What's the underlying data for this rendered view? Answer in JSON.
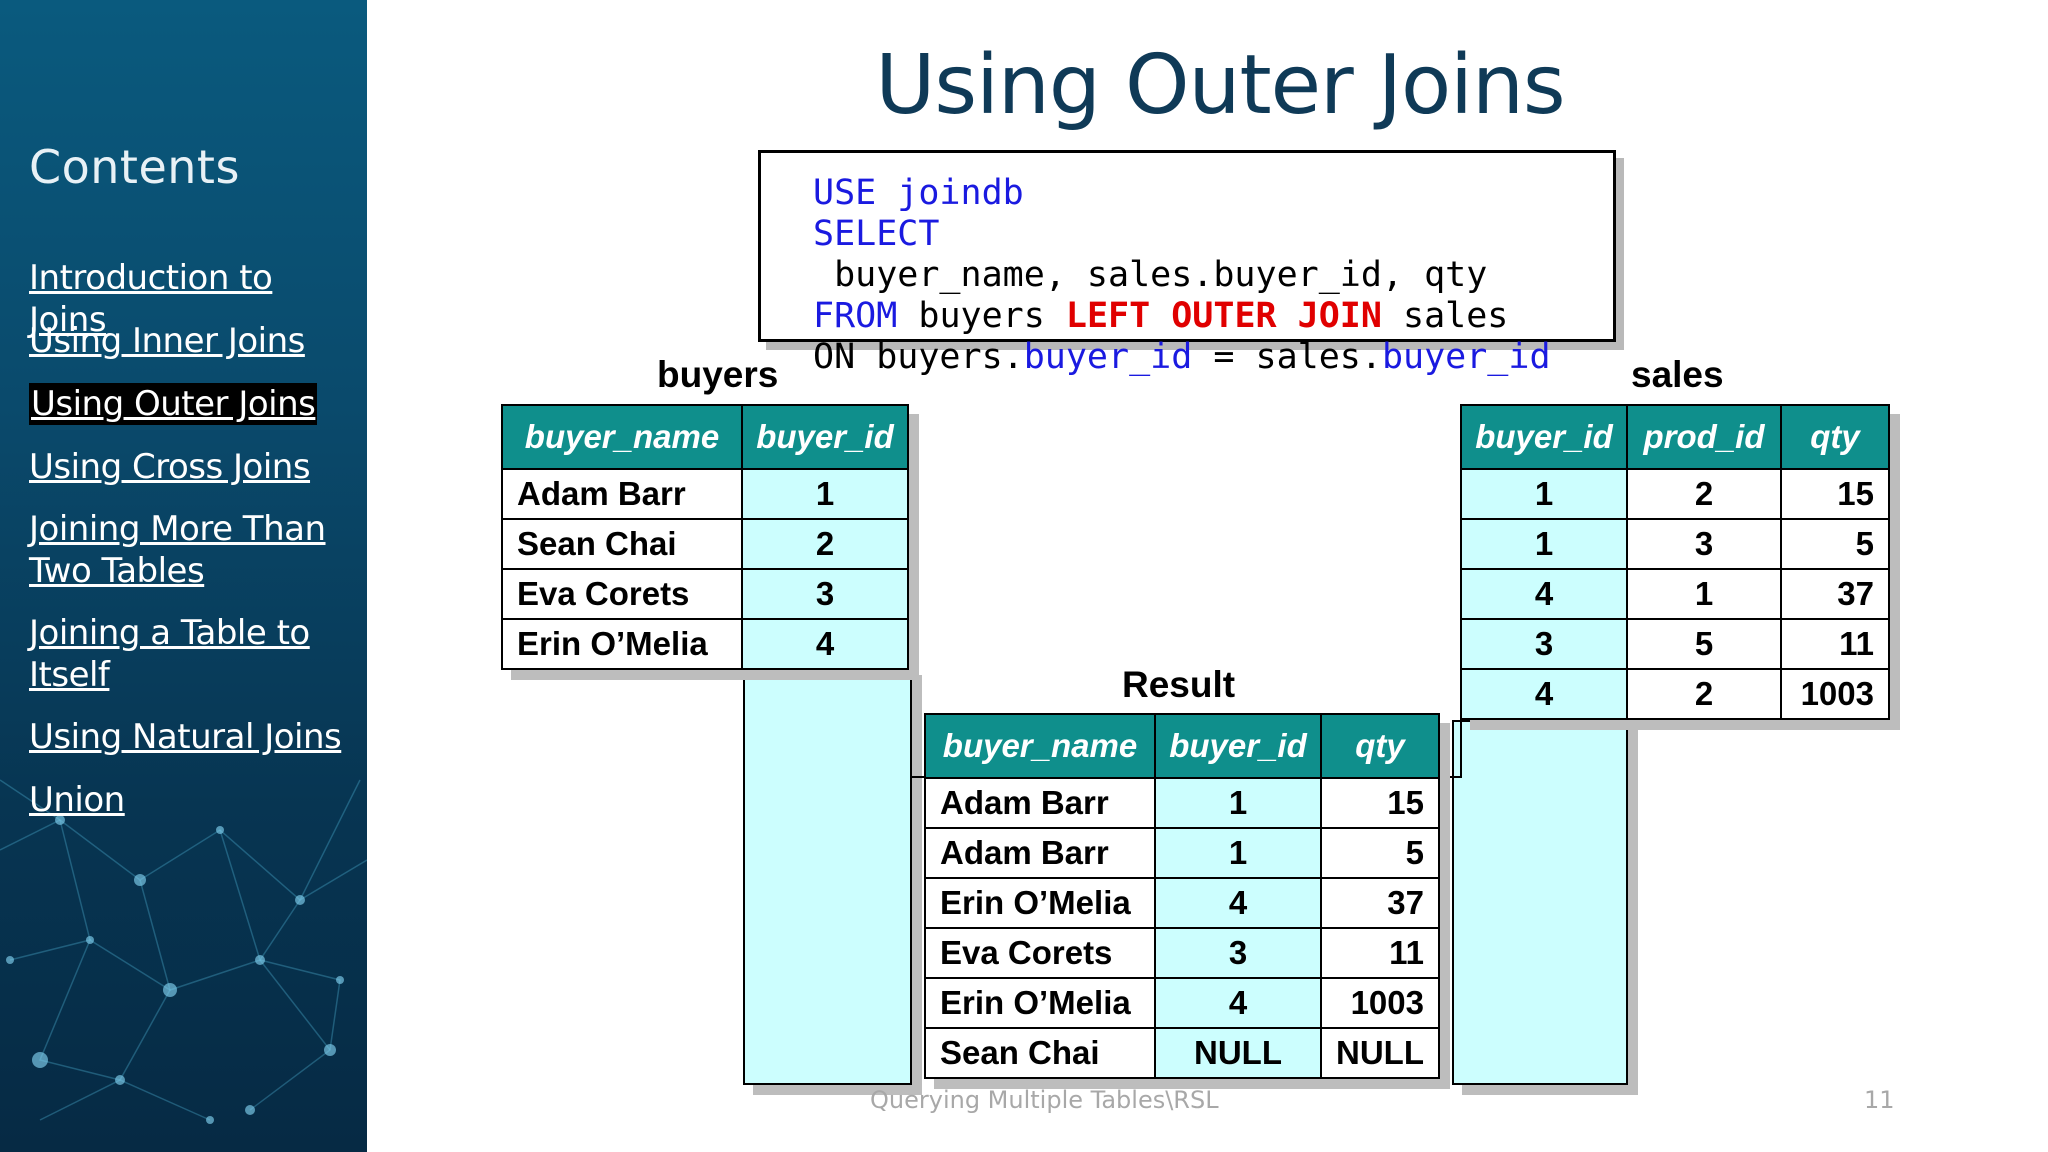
{
  "sidebar": {
    "title": "Contents",
    "items": [
      {
        "label": "Introduction to Joins"
      },
      {
        "label": "Using Inner Joins"
      },
      {
        "label": "Using Outer Joins"
      },
      {
        "label": "Using Cross Joins"
      },
      {
        "label": "Joining More Than\nTwo Tables"
      },
      {
        "label": "Joining a Table to\nItself"
      },
      {
        "label": "Using Natural Joins"
      },
      {
        "label": "Union"
      }
    ],
    "active_index": 2
  },
  "slide": {
    "title": "Using Outer Joins",
    "footer": "Querying Multiple Tables\\RSL",
    "page_number": "11"
  },
  "code": {
    "line1_kw": "USE",
    "line1_rest": " joindb",
    "line2_kw": "SELECT",
    "line2_rest": " buyer_name, sales.buyer_id, qty",
    "line3_kw": "FROM",
    "line3_mid": " buyers ",
    "line3_join": "LEFT OUTER JOIN",
    "line3_rest": " sales",
    "line4_a": "ON buyers.",
    "line4_b": "buyer_id",
    "line4_c": " = sales.",
    "line4_d": "buyer_id"
  },
  "buyers": {
    "label": "buyers",
    "headers": [
      "buyer_name",
      "buyer_id"
    ],
    "rows": [
      [
        "Adam Barr",
        "1"
      ],
      [
        "Sean Chai",
        "2"
      ],
      [
        "Eva Corets",
        "3"
      ],
      [
        "Erin O’Melia",
        "4"
      ]
    ]
  },
  "sales": {
    "label": "sales",
    "headers": [
      "buyer_id",
      "prod_id",
      "qty"
    ],
    "rows": [
      [
        "1",
        "2",
        "15"
      ],
      [
        "1",
        "3",
        "5"
      ],
      [
        "4",
        "1",
        "37"
      ],
      [
        "3",
        "5",
        "11"
      ],
      [
        "4",
        "2",
        "1003"
      ]
    ]
  },
  "result": {
    "label": "Result",
    "headers": [
      "buyer_name",
      "buyer_id",
      "qty"
    ],
    "rows": [
      [
        "Adam Barr",
        "1",
        "15"
      ],
      [
        "Adam Barr",
        "1",
        "5"
      ],
      [
        "Erin O’Melia",
        "4",
        "37"
      ],
      [
        "Eva Corets",
        "3",
        "11"
      ],
      [
        "Erin O’Melia",
        "4",
        "1003"
      ],
      [
        "Sean Chai",
        "NULL",
        "NULL"
      ]
    ]
  },
  "colors": {
    "header": "#0f8f8c",
    "cell": "#ccfefe",
    "title": "#0f3a57",
    "keyword": "#1a1ae0",
    "join": "#e00000"
  }
}
